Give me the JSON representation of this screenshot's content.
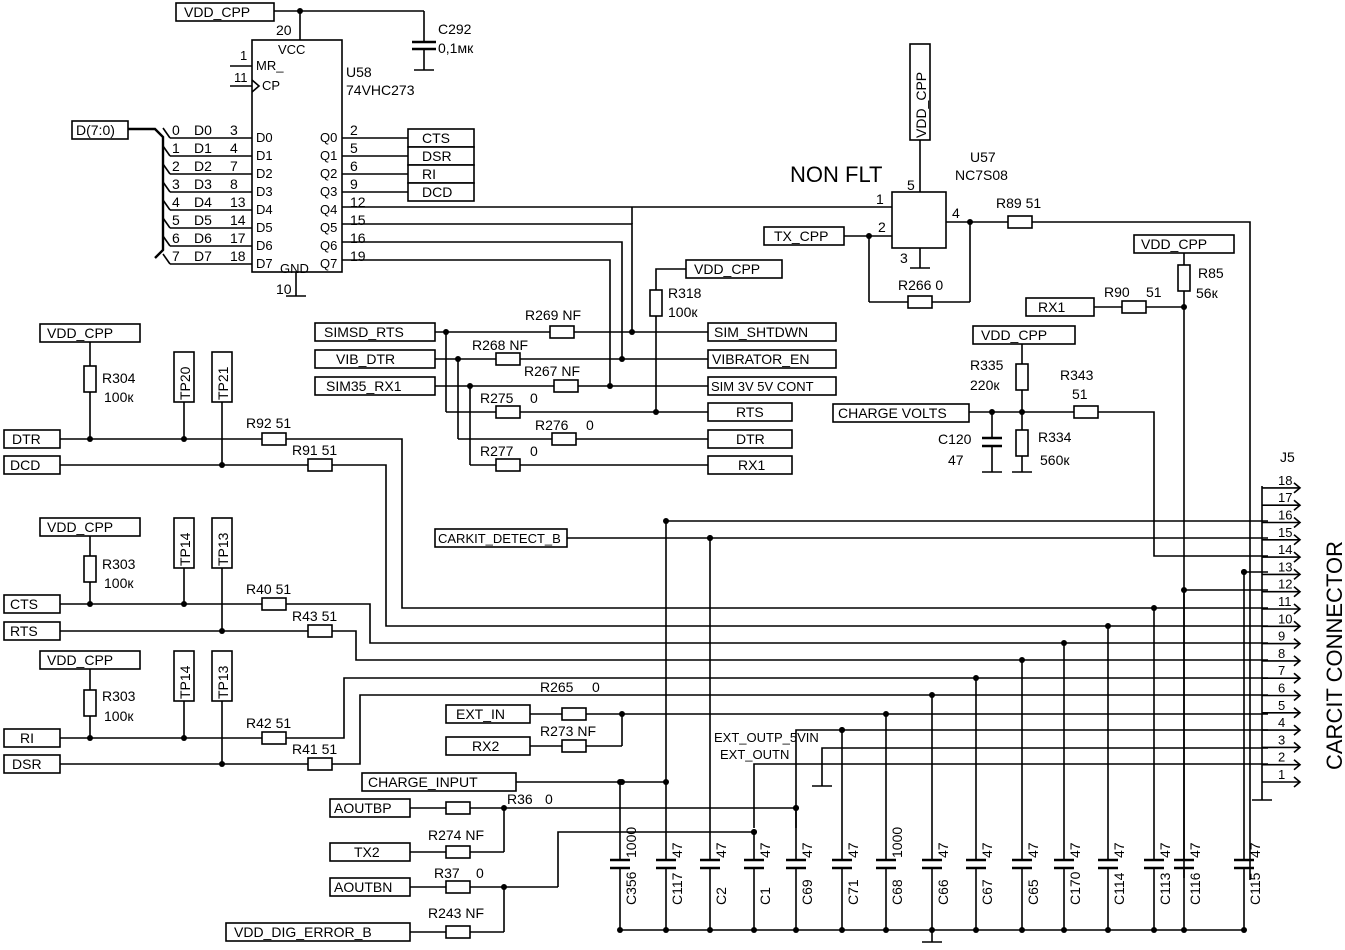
{
  "u58": {
    "ref": "U58",
    "part": "74VHC273",
    "vcc_pin": "20",
    "vcc_label": "VCC",
    "mr_pin": "1",
    "mr_label": "MR_",
    "cp_pin": "11",
    "cp_label": "CP",
    "gnd_pin": "10",
    "gnd_label": "GND",
    "bus": "D(7:0)",
    "bus_bits": [
      "0",
      "1",
      "2",
      "3",
      "4",
      "5",
      "6",
      "7"
    ],
    "d_pins": [
      "3",
      "4",
      "7",
      "8",
      "13",
      "14",
      "17",
      "18"
    ],
    "d_labels": [
      "D0",
      "D1",
      "D2",
      "D3",
      "D4",
      "D5",
      "D6",
      "D7"
    ],
    "q_labels": [
      "Q0",
      "Q1",
      "Q2",
      "Q3",
      "Q4",
      "Q5",
      "Q6",
      "Q7"
    ],
    "q_pins": [
      "2",
      "5",
      "6",
      "9",
      "12",
      "15",
      "16",
      "19"
    ],
    "out_tags": [
      "CTS",
      "DSR",
      "RI",
      "DCD"
    ]
  },
  "c292": {
    "ref": "C292",
    "value": "0,1мк"
  },
  "nets": {
    "vdd_cpp": "VDD_CPP",
    "tx_cpp": "TX_CPP",
    "rx1": "RX1",
    "charge_volts": "CHARGE VOLTS",
    "simsd_rts": "SIMSD_RTS",
    "vib_dtr": "VIB_DTR",
    "sim35_rx1": "SIM35_RX1",
    "sim_shtdwn": "SIM_SHTDWN",
    "vibrator_en": "VIBRATOR_EN",
    "sim_3v_5v": "SIM 3V 5V CONT",
    "rts": "RTS",
    "dtr": "DTR",
    "dtr_l": "DTR",
    "dcd_l": "DCD",
    "cts_l": "CTS",
    "rts_l": "RTS",
    "ri_l": "RI",
    "dsr_l": "DSR",
    "carkit_detect": "CARKIT_DETECT_B",
    "ext_in": "EXT_IN",
    "rx2": "RX2",
    "charge_input": "CHARGE_INPUT",
    "aoutbp": "AOUTBP",
    "tx2": "TX2",
    "aoutbn": "AOUTBN",
    "vdd_dig_error": "VDD_DIG_ERROR_B",
    "ext_outp": "EXT_OUTP_5VIN",
    "ext_outn": "EXT_OUTN"
  },
  "u57": {
    "ref": "U57",
    "part": "NC7S08",
    "note": "NON FLT",
    "pin1": "1",
    "pin2": "2",
    "pin3": "3",
    "pin4": "4",
    "pin5": "5"
  },
  "resistors": {
    "r89": "R89 51",
    "r85": "R85",
    "r85v": "56к",
    "r90": "R90",
    "r90v": "51",
    "r266": "R266 0",
    "r318": "R318",
    "r318v": "100к",
    "r269": "R269 NF",
    "r268": "R268 NF",
    "r267": "R267 NF",
    "r275": "R275",
    "r275v": "0",
    "r276": "R276",
    "r276v": "0",
    "r277": "R277",
    "r277v": "0",
    "r335": "R335",
    "r335v": "220к",
    "r334": "R334",
    "r334v": "560к",
    "r343": "R343",
    "r343v": "51",
    "r304": "R304",
    "r304v": "100к",
    "r303a": "R303",
    "r303av": "100к",
    "r303b": "R303",
    "r303bv": "100к",
    "r92": "R92 51",
    "r91": "R91 51",
    "r40": "R40 51",
    "r43": "R43 51",
    "r42": "R42 51",
    "r41": "R41 51",
    "r265": "R265",
    "r265v": "0",
    "r273": "R273 NF",
    "r36": "R36",
    "r36v": "0",
    "r274": "R274 NF",
    "r37": "R37",
    "r37v": "0",
    "r243": "R243 NF"
  },
  "c120": {
    "ref": "C120",
    "value": "47"
  },
  "testpoints": [
    "TP20",
    "TP21",
    "TP14",
    "TP13",
    "TP14",
    "TP13"
  ],
  "connector": {
    "ref": "J5",
    "title": "CARCIT CONNECTOR",
    "pins": [
      "1",
      "2",
      "3",
      "4",
      "5",
      "6",
      "7",
      "8",
      "9",
      "10",
      "11",
      "12",
      "13",
      "14",
      "15",
      "16",
      "17",
      "18"
    ]
  },
  "caps": [
    {
      "ref": "C356",
      "value": "1000"
    },
    {
      "ref": "C117",
      "value": "47"
    },
    {
      "ref": "C2",
      "value": "47"
    },
    {
      "ref": "C1",
      "value": "47"
    },
    {
      "ref": "C69",
      "value": "47"
    },
    {
      "ref": "C71",
      "value": "47"
    },
    {
      "ref": "C68",
      "value": "1000"
    },
    {
      "ref": "C66",
      "value": "47"
    },
    {
      "ref": "C67",
      "value": "47"
    },
    {
      "ref": "C65",
      "value": "47"
    },
    {
      "ref": "C170",
      "value": "47"
    },
    {
      "ref": "C114",
      "value": "47"
    },
    {
      "ref": "C113",
      "value": "47"
    },
    {
      "ref": "C116",
      "value": "47"
    },
    {
      "ref": "C115",
      "value": "47"
    }
  ]
}
